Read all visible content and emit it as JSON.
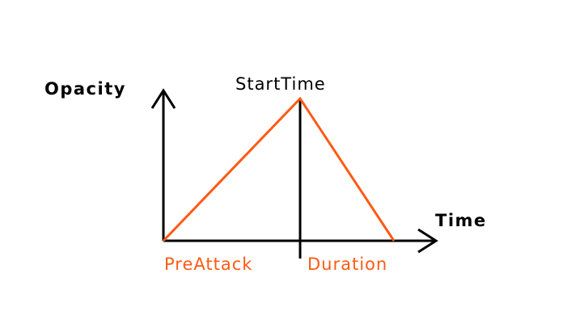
{
  "diagram": {
    "y_axis_label": "Opacity",
    "x_axis_label": "Time",
    "peak_label": "StartTime",
    "segment_labels": {
      "before": "PreAttack",
      "after": "Duration"
    }
  },
  "colors": {
    "axis": "#000000",
    "curve": "#ff5a14",
    "background": "#ffffff"
  }
}
